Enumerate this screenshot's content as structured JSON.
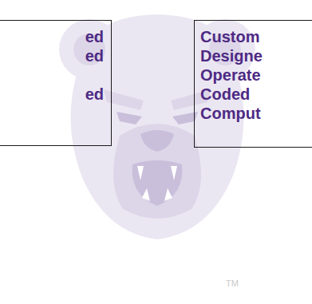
{
  "diagram": {
    "nodes": [
      {
        "text": [
          "ed",
          "ed",
          "ed"
        ]
      },
      {
        "text": [
          "Custom",
          "Designe",
          "Operate",
          "Coded",
          "Comput"
        ]
      }
    ],
    "labels": [
      "TM"
    ]
  }
}
